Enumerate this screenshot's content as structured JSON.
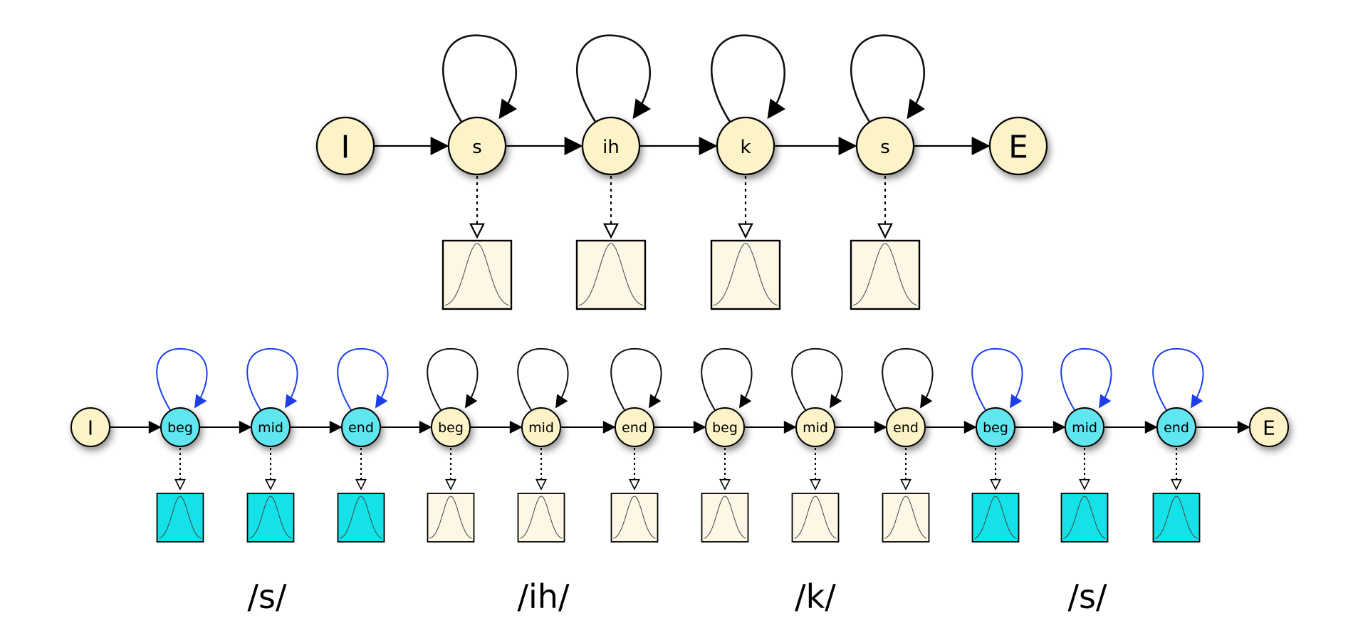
{
  "colors": {
    "node_cream": "#fdf3c8",
    "node_cyan": "#5fe6ee",
    "box_cream": "#fdf8e6",
    "box_cyan": "#14e2e8",
    "loop_black": "#111111",
    "loop_blue": "#1e3ee8",
    "edge": "#000000"
  },
  "top_model": {
    "start_label": "I",
    "end_label": "E",
    "states": [
      "s",
      "ih",
      "k",
      "s"
    ]
  },
  "bottom_model": {
    "start_label": "I",
    "end_label": "E",
    "states": [
      {
        "label": "beg",
        "color": "cyan",
        "loop": "blue"
      },
      {
        "label": "mid",
        "color": "cyan",
        "loop": "blue"
      },
      {
        "label": "end",
        "color": "cyan",
        "loop": "blue"
      },
      {
        "label": "beg",
        "color": "cream",
        "loop": "black"
      },
      {
        "label": "mid",
        "color": "cream",
        "loop": "black"
      },
      {
        "label": "end",
        "color": "cream",
        "loop": "black"
      },
      {
        "label": "beg",
        "color": "cream",
        "loop": "black"
      },
      {
        "label": "mid",
        "color": "cream",
        "loop": "black"
      },
      {
        "label": "end",
        "color": "cream",
        "loop": "black"
      },
      {
        "label": "beg",
        "color": "cyan",
        "loop": "blue"
      },
      {
        "label": "mid",
        "color": "cyan",
        "loop": "blue"
      },
      {
        "label": "end",
        "color": "cyan",
        "loop": "blue"
      }
    ]
  },
  "phones": [
    "/s/",
    "/ih/",
    "/k/",
    "/s/"
  ]
}
